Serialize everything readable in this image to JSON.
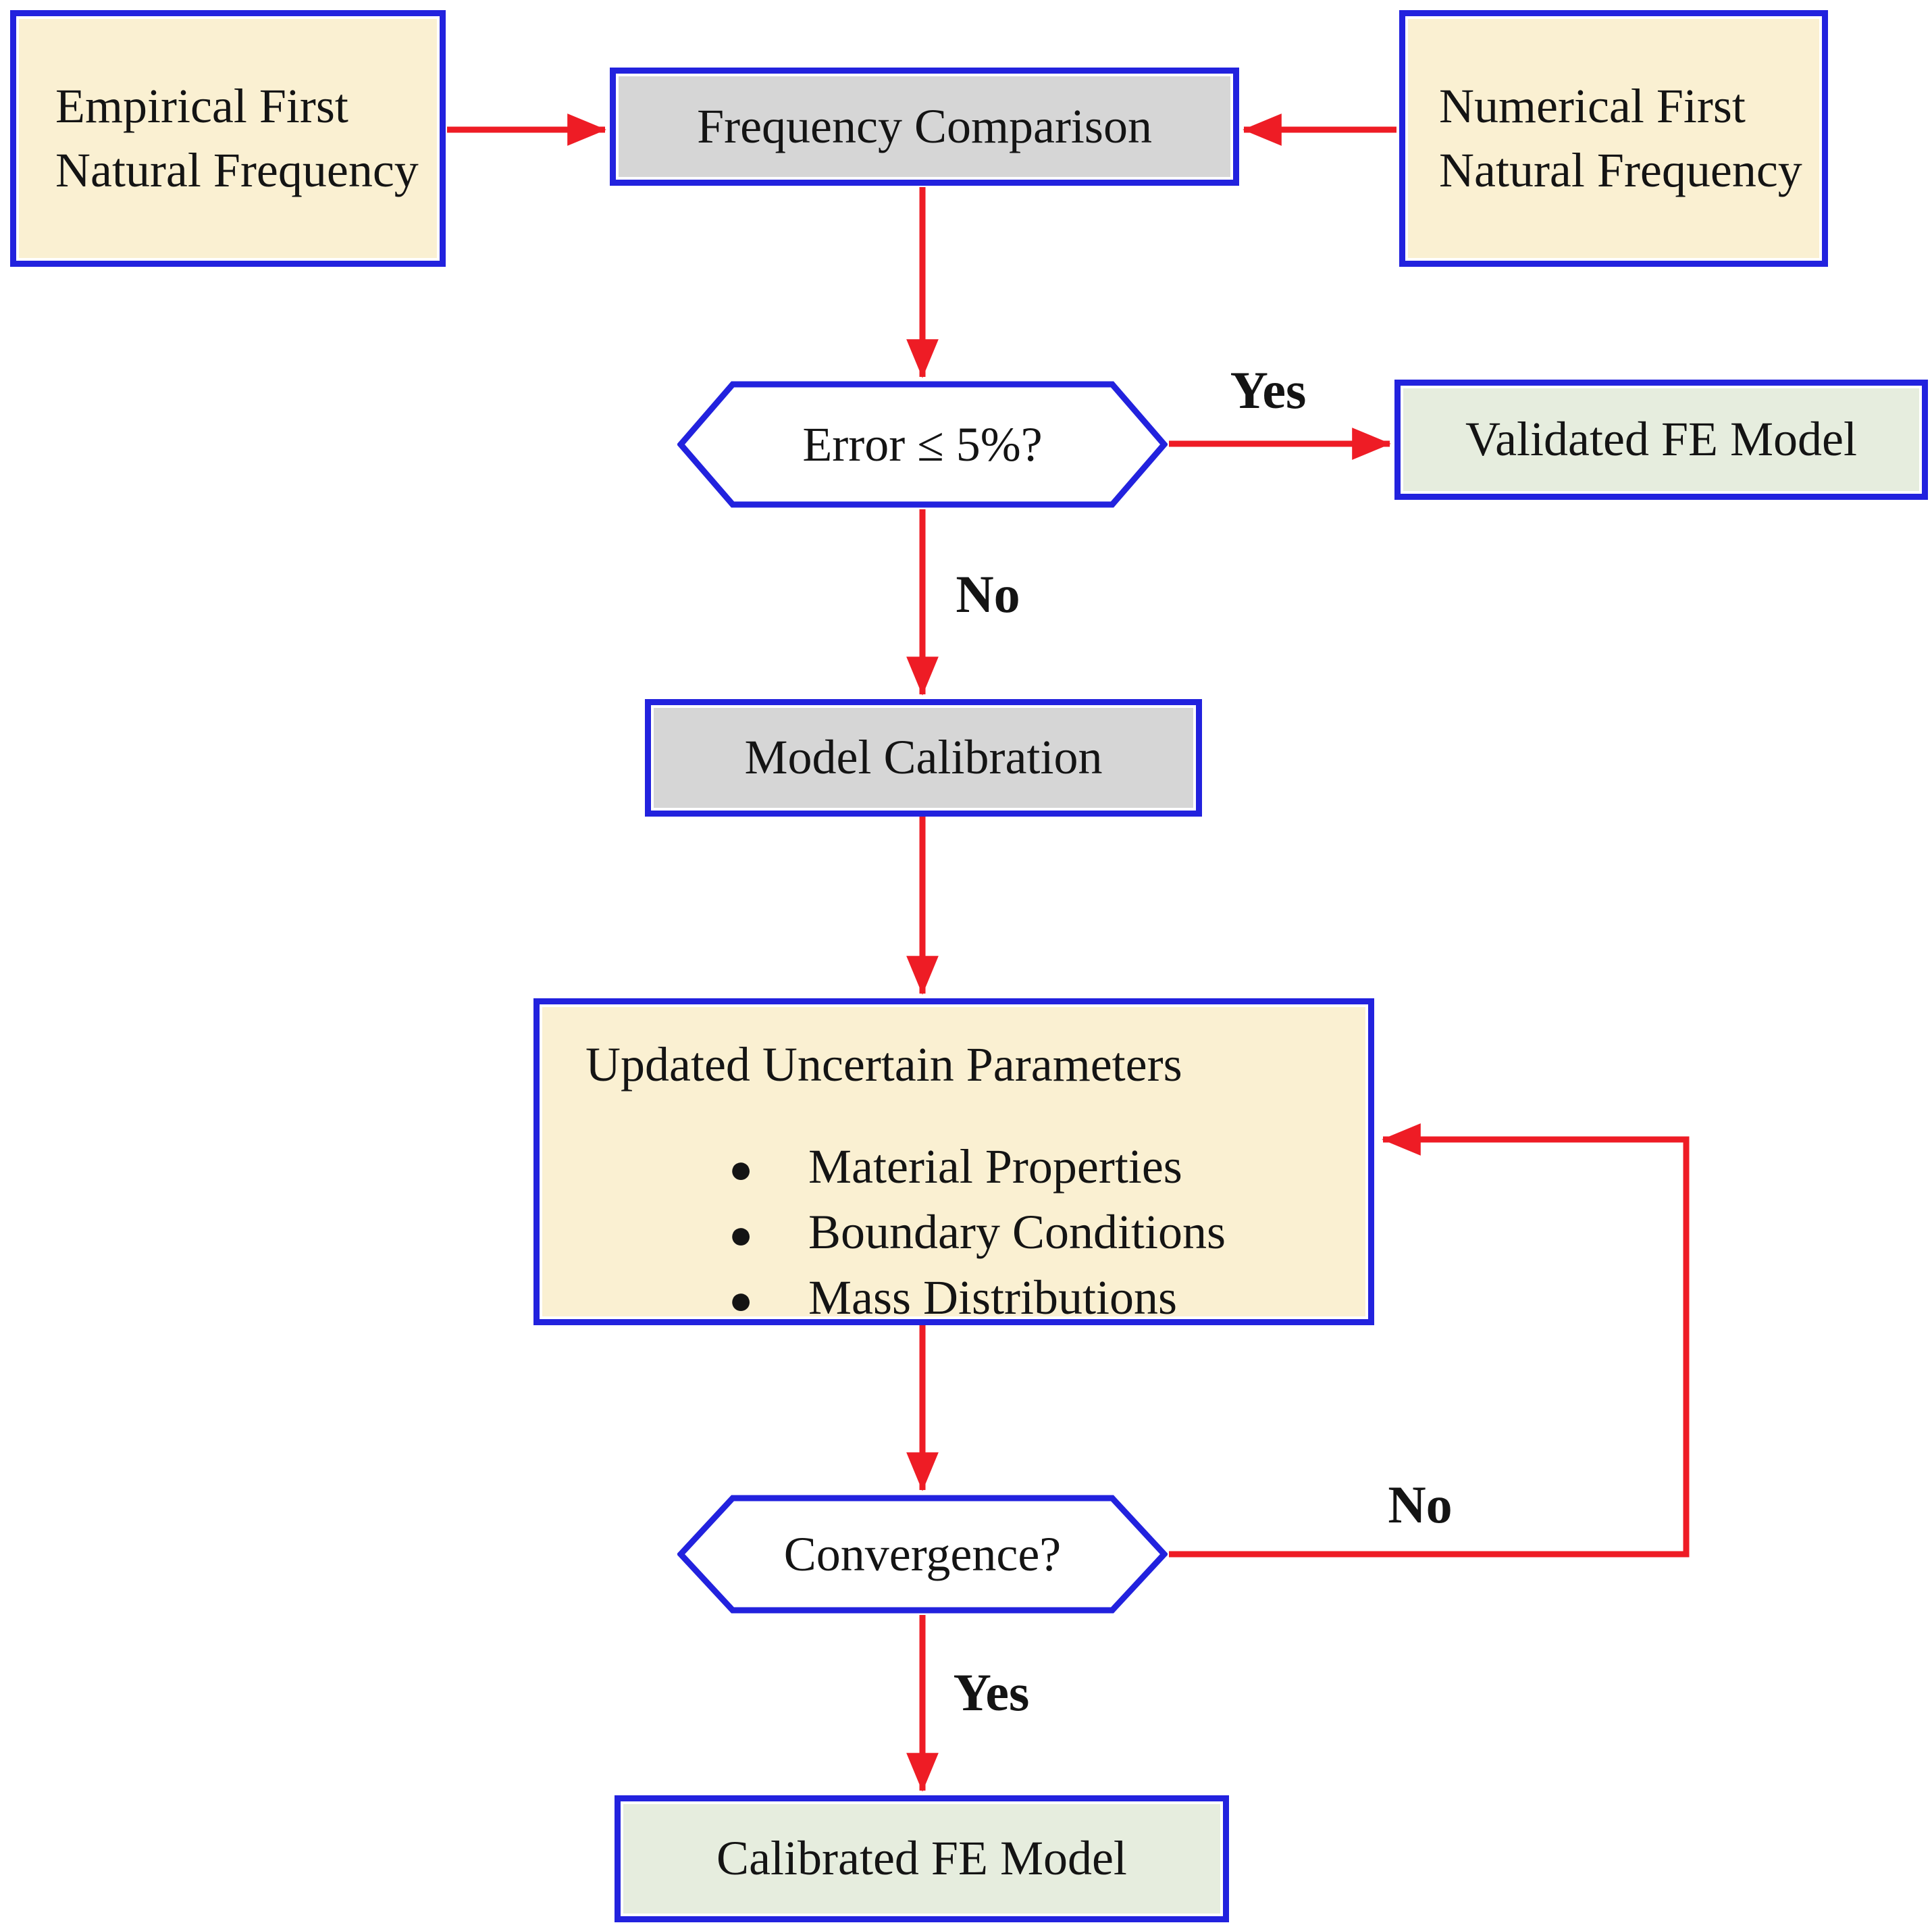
{
  "colors": {
    "border": "#2222DE",
    "arrow": "#EE1C25",
    "cream": "#FAF0D2",
    "gray": "#D6D6D6",
    "green": "#E6EDDE",
    "hex": "#FFFFFF",
    "ink": "#141414"
  },
  "nodes": {
    "empirical": "Empirical First\nNatural Frequency",
    "numerical": "Numerical First\nNatural Frequency",
    "frequency_comparison": "Frequency Comparison",
    "error_decision": "Error ≤ 5%?",
    "validated": "Validated FE Model",
    "model_calibration": "Model Calibration",
    "parameters_title": "Updated Uncertain Parameters",
    "parameters_items": [
      "Material Properties",
      "Boundary Conditions",
      "Mass Distributions"
    ],
    "bullet_glyph": "●",
    "convergence_decision": "Convergence?",
    "calibrated": "Calibrated FE Model"
  },
  "edge_labels": {
    "error_yes": "Yes",
    "error_no": "No",
    "convergence_no": "No",
    "convergence_yes": "Yes"
  }
}
